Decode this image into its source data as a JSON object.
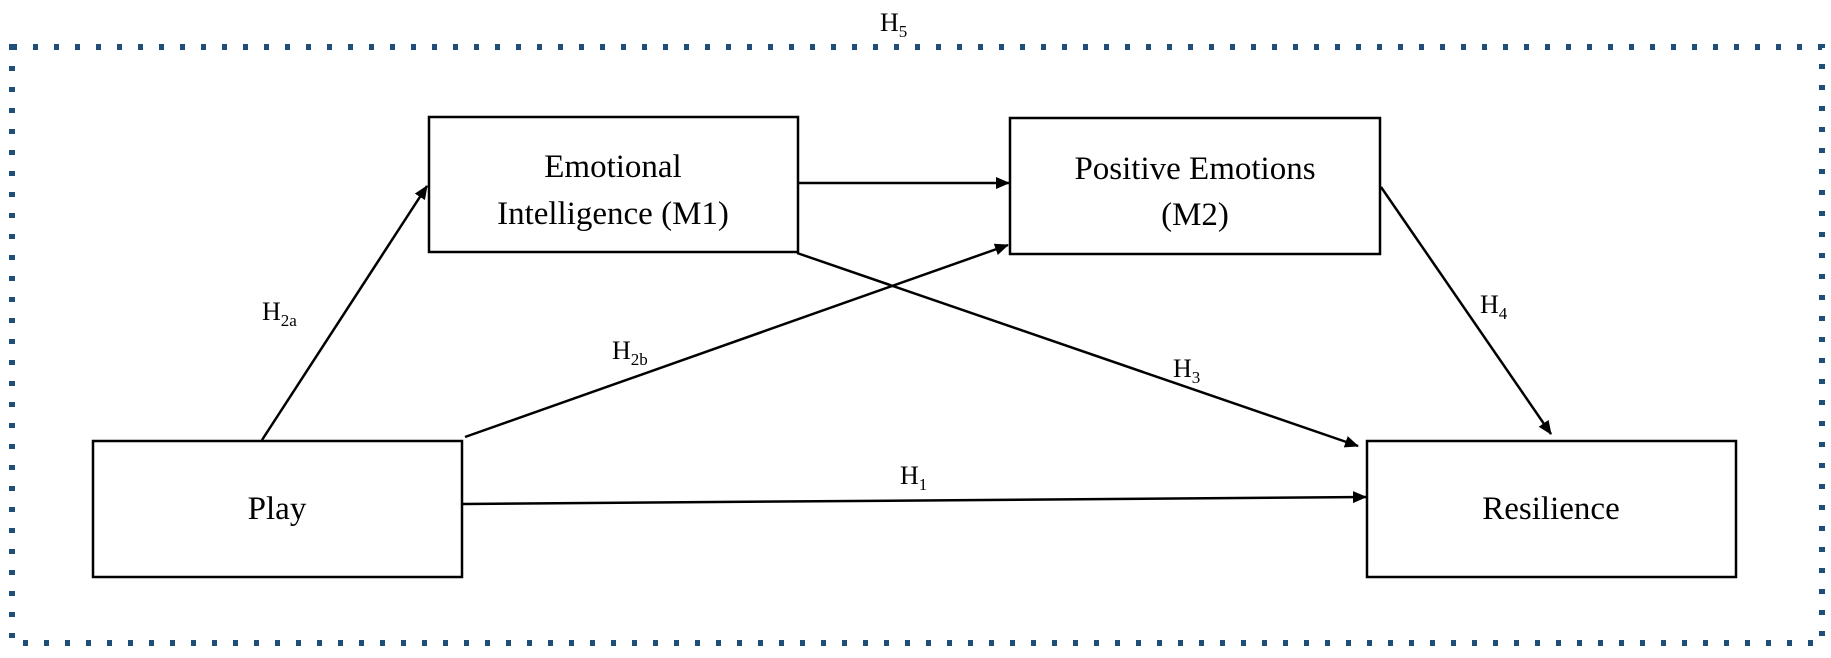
{
  "colors": {
    "frame": "#1f4e79",
    "stroke": "#000000"
  },
  "frame": {
    "label": "H",
    "label_sub": "5"
  },
  "nodes": {
    "play": {
      "lines": [
        "Play"
      ]
    },
    "emotional_intelligence": {
      "lines": [
        "Emotional",
        "Intelligence (M1)"
      ]
    },
    "positive_emotions": {
      "lines": [
        "Positive Emotions",
        "(M2)"
      ]
    },
    "resilience": {
      "lines": [
        "Resilience"
      ]
    }
  },
  "paths": {
    "h1": {
      "label": "H",
      "sub": "1",
      "from": "Play",
      "to": "Resilience"
    },
    "h2a": {
      "label": "H",
      "sub": "2a",
      "from": "Play",
      "to": "Emotional Intelligence (M1)"
    },
    "h2b": {
      "label": "H",
      "sub": "2b",
      "from": "Play",
      "to": "Positive Emotions (M2)"
    },
    "h3": {
      "label": "H",
      "sub": "3",
      "from": "Emotional Intelligence (M1)",
      "to": "Resilience"
    },
    "h4": {
      "label": "H",
      "sub": "4",
      "from": "Positive Emotions (M2)",
      "to": "Resilience"
    },
    "m1_m2": {
      "from": "Emotional Intelligence (M1)",
      "to": "Positive Emotions (M2)"
    }
  }
}
